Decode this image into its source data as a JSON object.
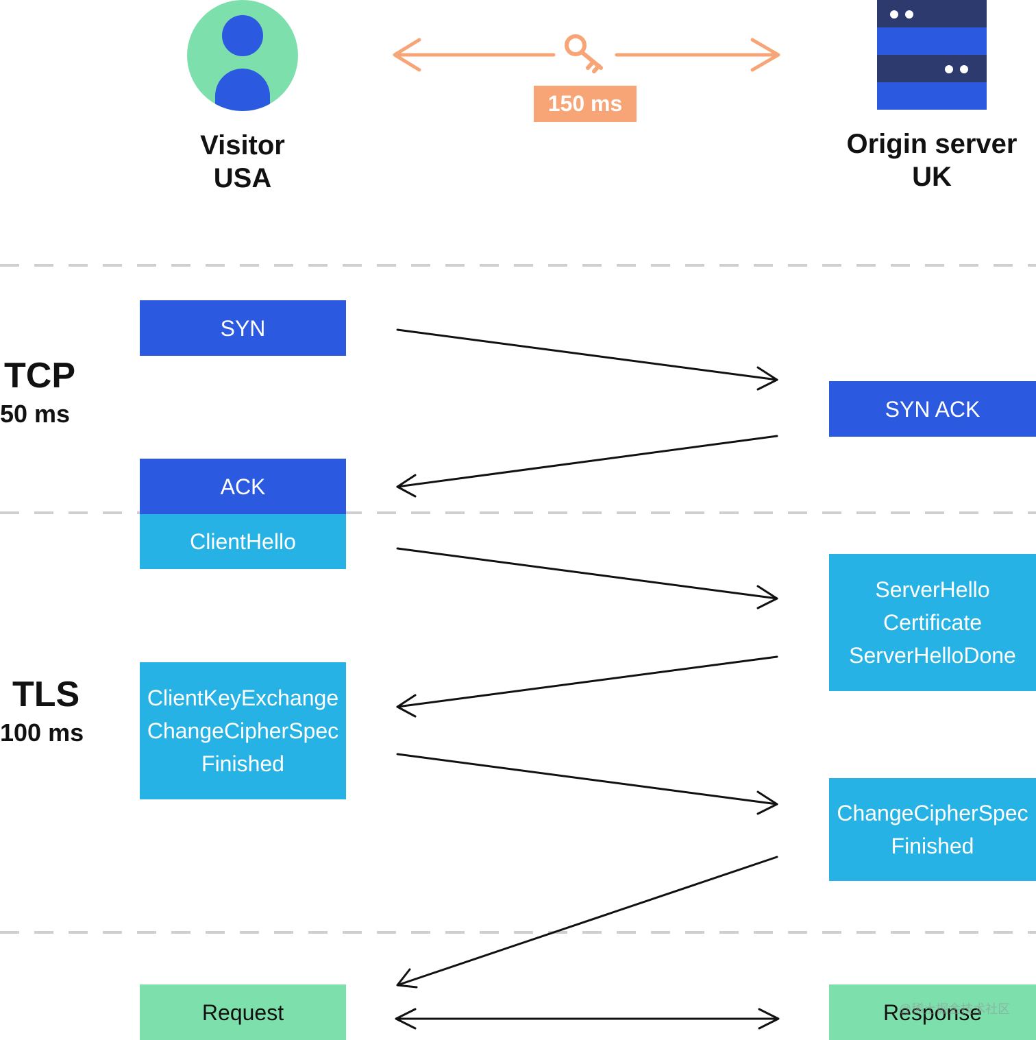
{
  "visitor": {
    "line1": "Visitor",
    "line2": "USA",
    "icon": "person-icon"
  },
  "server": {
    "line1": "Origin server",
    "line2": "UK",
    "icon": "server-icon"
  },
  "latency": {
    "label": "150 ms",
    "icon": "key-icon"
  },
  "phases": {
    "tcp": {
      "name": "TCP",
      "time": "50 ms"
    },
    "tls": {
      "name": "TLS",
      "time": "100 ms"
    }
  },
  "messages": {
    "syn": "SYN",
    "syn_ack": "SYN ACK",
    "ack": "ACK",
    "client_hello": "ClientHello",
    "server_hello": [
      "ServerHello",
      "Certificate",
      "ServerHelloDone"
    ],
    "client_key": [
      "ClientKeyExchange",
      "ChangeCipherSpec",
      "Finished"
    ],
    "server_finish": [
      "ChangeCipherSpec",
      "Finished"
    ],
    "request": "Request",
    "response": "Response"
  },
  "watermark": "@稀土掘金技术社区",
  "colors": {
    "dark_blue": "#2b59e0",
    "light_blue": "#27b2e6",
    "green": "#7ddfab",
    "orange": "#f7a477",
    "navy": "#2d3a6e"
  }
}
